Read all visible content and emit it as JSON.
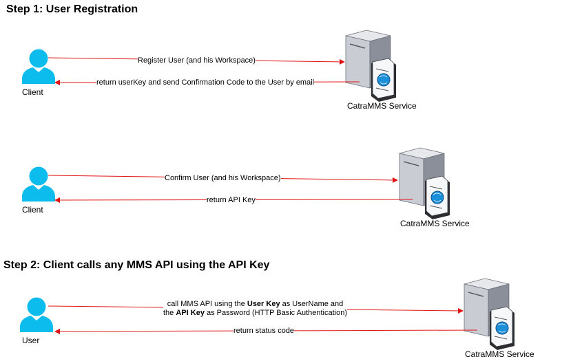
{
  "steps": [
    {
      "title": "Step 1: User Registration"
    },
    {
      "title": "Step 2: Client calls any MMS API using the API Key"
    }
  ],
  "colors": {
    "arrow": "#e01414",
    "actor": "#0cbcec",
    "server_body": "#c9ccd3",
    "server_dark": "#8a8f99",
    "globe": "#1b8fd8"
  },
  "flows": [
    {
      "actor_label": "Client",
      "service_label": "CatraMMS Service",
      "request": "Register User (and his Workspace)",
      "response": "return userKey and send Confirmation Code to the User by email"
    },
    {
      "actor_label": "Client",
      "service_label": "CatraMMS Service",
      "request": "Confirm User (and his Workspace)",
      "response": "return API Key"
    },
    {
      "actor_label": "User",
      "service_label": "CatraMMS Service",
      "request_parts": {
        "p1": "call MMS API using the ",
        "b1": "User Key",
        "p2": " as UserName and",
        "p3": "the ",
        "b2": "API Key",
        "p4": " as Password (HTTP Basic Authentication)"
      },
      "response": "return status code"
    }
  ]
}
